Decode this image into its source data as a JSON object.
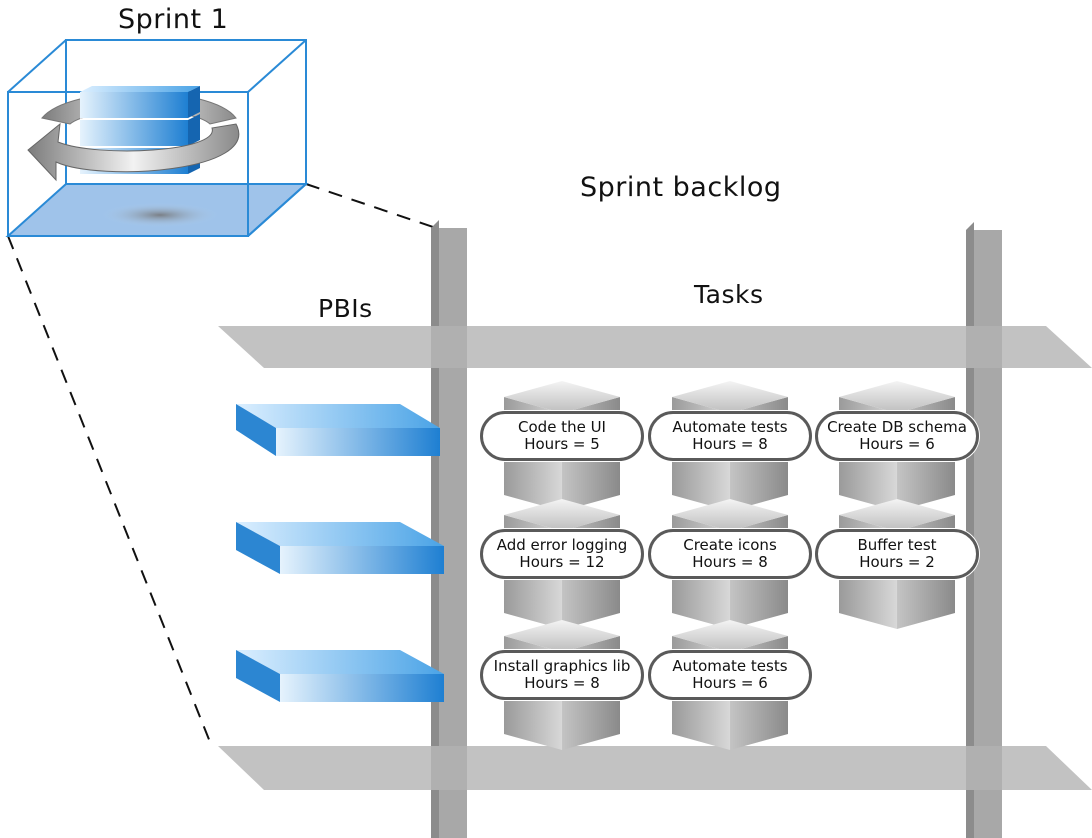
{
  "sprint_label": "Sprint 1",
  "backlog_title": "Sprint backlog",
  "columns": {
    "pbis": "PBIs",
    "tasks": "Tasks"
  },
  "colors": {
    "blue": "#1f7fd0",
    "blue_light": "#bfe0f8",
    "gray_bar": "#bcbcbc",
    "gray_dark": "#8c8c8c"
  },
  "rows": [
    {
      "pbi_icon": "pbi-block-icon",
      "tasks": [
        {
          "name": "Code the UI",
          "hours": "Hours = 5"
        },
        {
          "name": "Automate tests",
          "hours": "Hours = 8"
        },
        {
          "name": "Create DB schema",
          "hours": "Hours = 6"
        }
      ]
    },
    {
      "pbi_icon": "pbi-block-icon",
      "tasks": [
        {
          "name": "Add error logging",
          "hours": "Hours = 12"
        },
        {
          "name": "Create icons",
          "hours": "Hours = 8"
        },
        {
          "name": "Buffer test",
          "hours": "Hours = 2"
        }
      ]
    },
    {
      "pbi_icon": "pbi-block-icon",
      "tasks": [
        {
          "name": "Install graphics lib",
          "hours": "Hours = 8"
        },
        {
          "name": "Automate tests",
          "hours": "Hours = 6"
        }
      ]
    }
  ]
}
